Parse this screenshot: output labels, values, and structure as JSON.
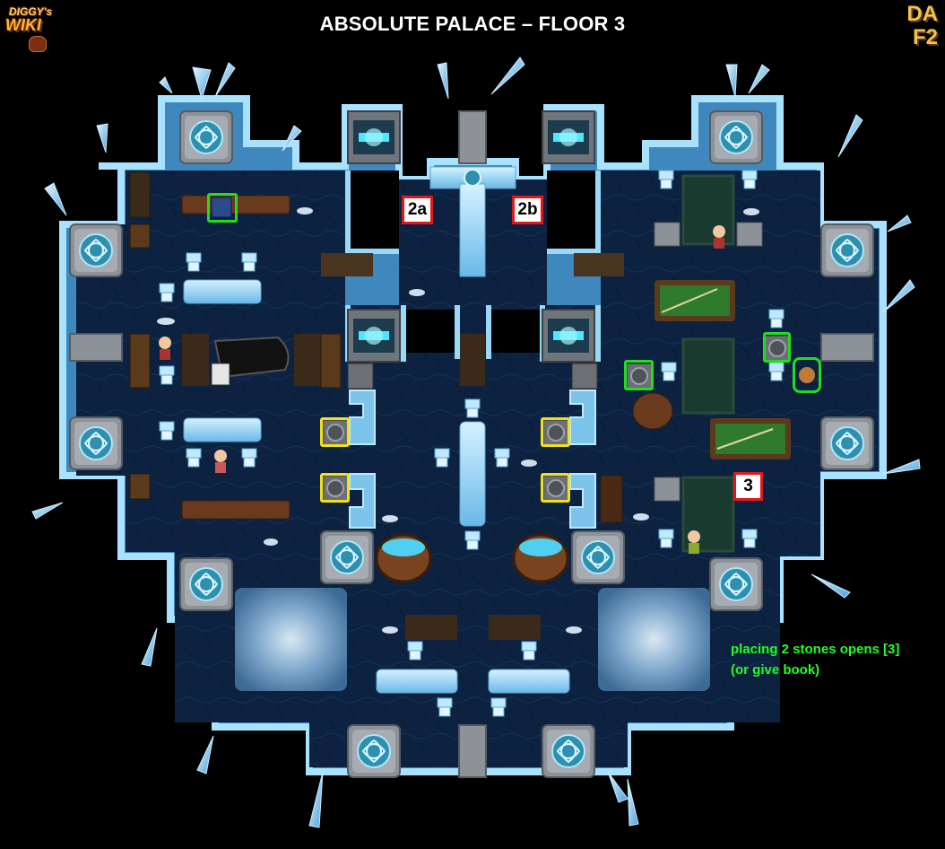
{
  "title": "ABSOLUTE PALACE – FLOOR 3",
  "logo_left": {
    "line1": "DIGGY's",
    "line2": "WIKI"
  },
  "logo_right": {
    "line1": "DA",
    "line2": "F2"
  },
  "markers": [
    {
      "id": "2a",
      "label": "2a"
    },
    {
      "id": "2b",
      "label": "2b"
    },
    {
      "id": "3",
      "label": "3"
    }
  ],
  "note": {
    "line1": "placing 2 stones opens [3]",
    "line2": "(or give book)"
  },
  "colors": {
    "background": "#000000",
    "floor": "#0d2340",
    "ice_wall": "#5fb6e8",
    "stone_tile": "#8a8f96",
    "marker_border": "#e0181b",
    "note_text": "#22ff22",
    "highlight_green": "#22dd22",
    "highlight_yellow": "#f1e11c"
  },
  "icons": [
    "celtic-knot-stone-icon",
    "teleporter-icon",
    "ice-crystal-icon",
    "piano-icon",
    "billiard-table-icon",
    "hot-tub-icon",
    "stone-slot-icon",
    "book-icon",
    "npc-icon"
  ]
}
